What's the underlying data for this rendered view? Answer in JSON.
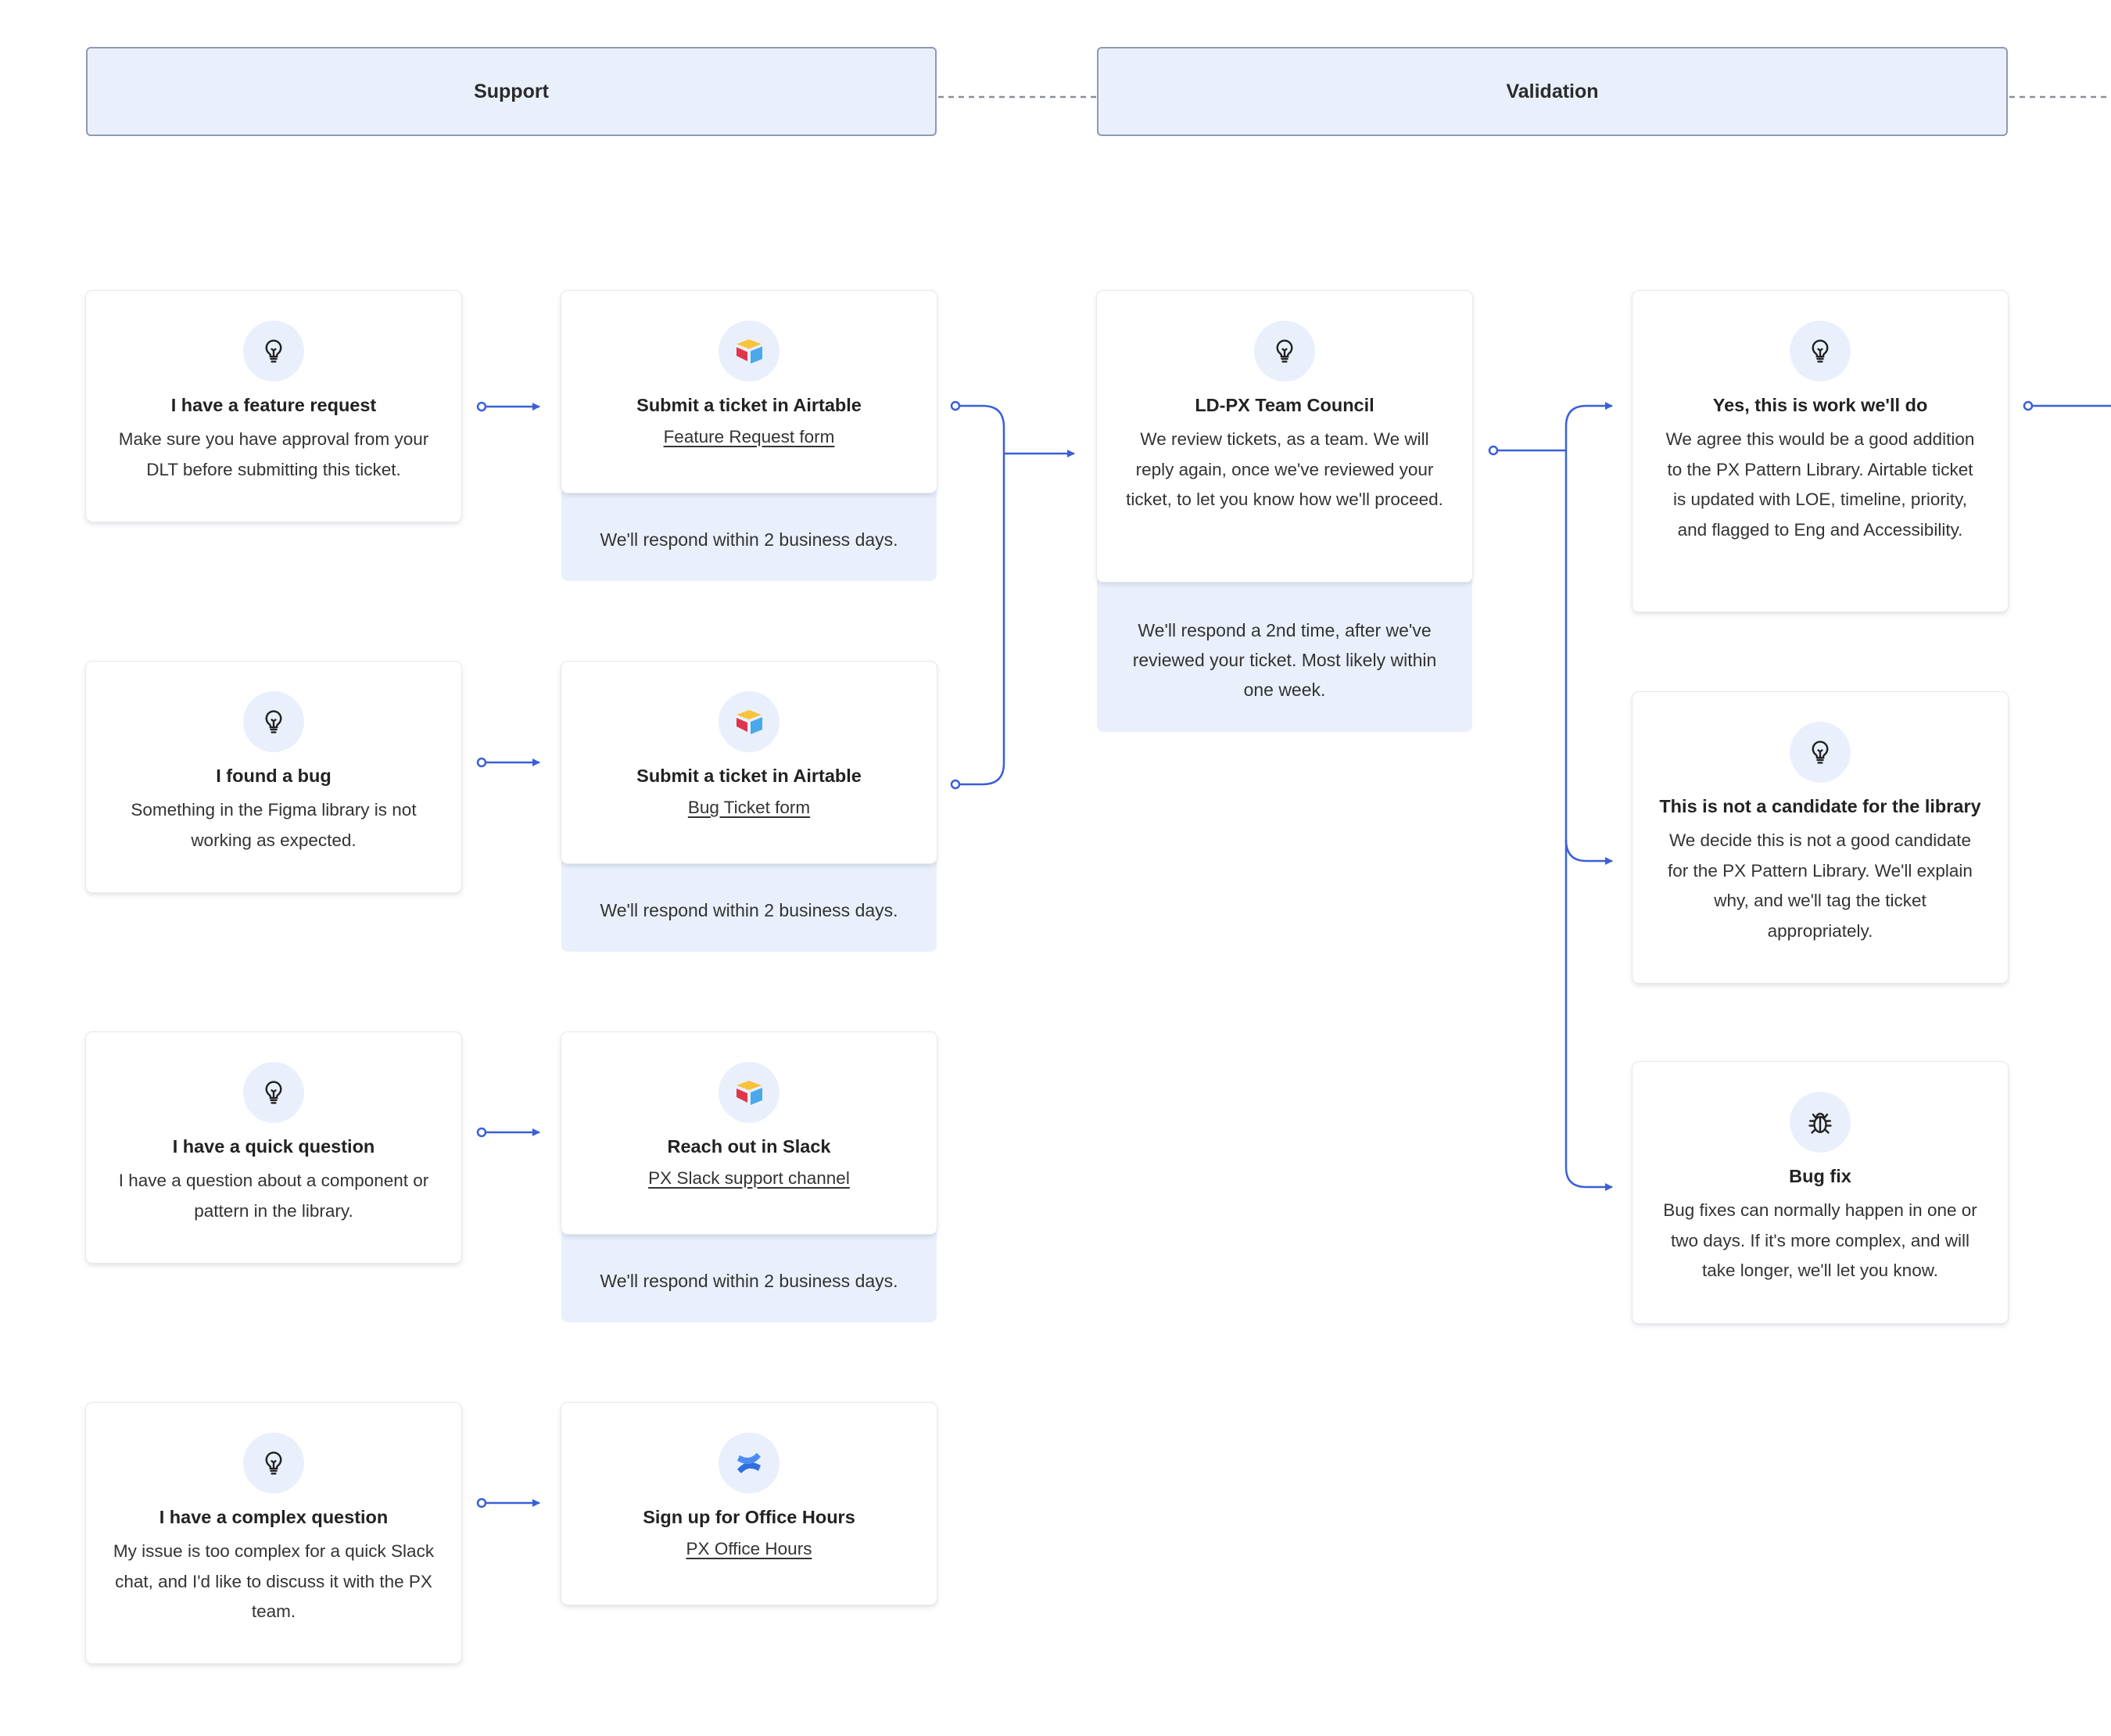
{
  "phases": {
    "support": "Support",
    "validation": "Validation"
  },
  "requests": [
    {
      "icon": "lightbulb-icon",
      "title": "I have a feature request",
      "desc": "Make sure you have approval from your DLT before submitting this ticket."
    },
    {
      "icon": "lightbulb-icon",
      "title": "I found a bug",
      "desc": "Something in the Figma library is not working as expected."
    },
    {
      "icon": "lightbulb-icon",
      "title": "I have a quick question",
      "desc": "I have a question about a component or pattern in the library."
    },
    {
      "icon": "lightbulb-icon",
      "title": "I have a complex question",
      "desc": "My issue is too complex for a quick Slack chat, and I'd like to discuss it with the PX team."
    }
  ],
  "actions": [
    {
      "icon": "airtable-logo-icon",
      "title": "Submit a ticket in Airtable",
      "link": "Feature Request form",
      "note": "We'll respond within 2 business days."
    },
    {
      "icon": "airtable-logo-icon",
      "title": "Submit a ticket in Airtable",
      "link": "Bug Ticket form",
      "note": "We'll respond within 2 business days."
    },
    {
      "icon": "airtable-logo-icon",
      "title": "Reach out in Slack",
      "link": "PX Slack support channel",
      "note": "We'll respond within 2 business days."
    },
    {
      "icon": "confluence-logo-icon",
      "title": "Sign up for Office Hours",
      "link": "PX Office Hours"
    }
  ],
  "council": {
    "icon": "lightbulb-icon",
    "title": "LD-PX Team Council",
    "desc": "We review tickets, as a team. We will reply again, once we've reviewed your ticket, to let you know how we'll proceed.",
    "note": "We'll respond a 2nd time, after we've reviewed your ticket. Most likely within one week."
  },
  "outcomes": [
    {
      "icon": "lightbulb-icon",
      "title": "Yes, this is work we'll do",
      "desc": "We agree this would be a good addition to the PX Pattern Library. Airtable ticket is updated with LOE, timeline, priority, and flagged to Eng and Accessibility."
    },
    {
      "icon": "lightbulb-icon",
      "title": "This is not a candidate for the library",
      "desc": "We decide this is not a good candidate for the PX Pattern Library. We'll explain why, and we'll tag the ticket appropriately."
    },
    {
      "icon": "bug-icon",
      "title": "Bug fix",
      "desc": "Bug fixes can normally happen in one or two days. If it's more complex, and will take longer, we'll let you know."
    }
  ],
  "colors": {
    "accent": "#3a5fd8",
    "phase_fill": "#e9f0fc",
    "phase_border": "#8e9ab0",
    "note_fill": "#e9f0fc"
  }
}
